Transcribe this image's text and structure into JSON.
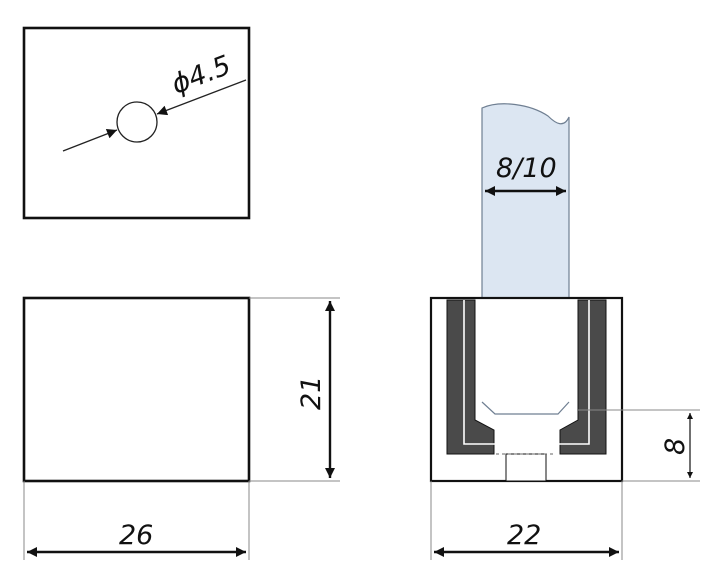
{
  "dimensions": {
    "hole_diameter": "ϕ4.5",
    "glass_thickness": "8/10",
    "height": "21",
    "width_front": "26",
    "width_side": "22",
    "insert_depth": "8"
  },
  "colors": {
    "line": "#111111",
    "rubber": "#4a4a4a",
    "glass": "#dce6f2",
    "glass_edge": "#6f7f92",
    "extension": "#888888"
  }
}
